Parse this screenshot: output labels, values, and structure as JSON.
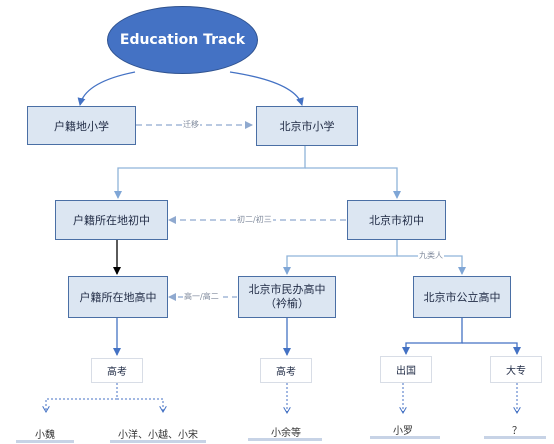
{
  "title": "Education Track",
  "nodes": {
    "hukou_primary": "户籍地小学",
    "beijing_primary": "北京市小学",
    "hukou_junior": "户籍所在地初中",
    "beijing_junior": "北京市初中",
    "hukou_senior": "户籍所在地高中",
    "beijing_private_senior_line1": "北京市民办高中",
    "beijing_private_senior_line2": "（衿榆）",
    "beijing_public_senior": "北京市公立高中",
    "gaokao_left": "高考",
    "gaokao_mid": "高考",
    "abroad": "出国",
    "college": "大专"
  },
  "edge_labels": {
    "transfer": "迁移",
    "junior_grades": "初二/初三",
    "nine_people": "九类人",
    "senior_grades": "高一/高二"
  },
  "outcomes": {
    "xiaowei": "小魏",
    "xiaoyang_group": "小洋、小越、小宋",
    "xiaoyu_etc": "小余等",
    "xiaoluo": "小罗",
    "unknown": "？"
  },
  "colors": {
    "title_fill": "#4472c4",
    "box_fill": "#dce6f2",
    "box_border": "#4a6fa5",
    "connector": "#8fb3d9",
    "arrow_blue": "#4472c4",
    "arrow_black": "#000000",
    "dashed": "#8fa9cf"
  }
}
